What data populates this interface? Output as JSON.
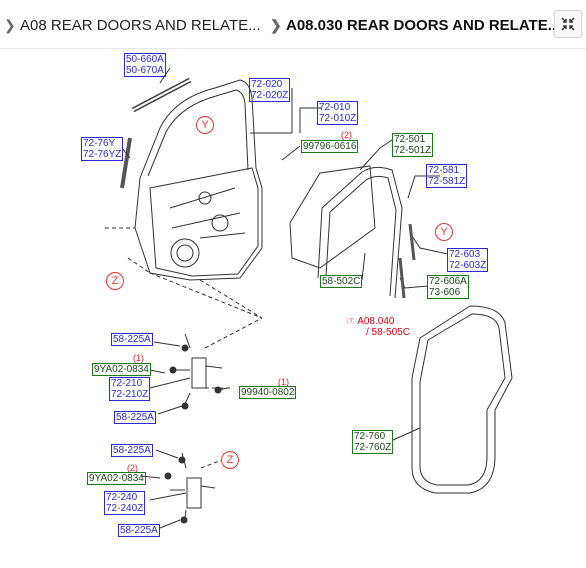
{
  "breadcrumb": [
    {
      "label": "A08 REAR DOORS AND RELATE..."
    },
    {
      "label": "A08.030 REAR DOORS AND RELATE..."
    }
  ],
  "icons": {
    "chevron": "chevron-right-icon",
    "collapse": "collapse-icon"
  },
  "colors": {
    "part_blue": "#2b2bd6",
    "part_green": "#1b7a1b",
    "note_red": "#d22222"
  },
  "callouts": {
    "c1": [
      "50-660A",
      "50-670A"
    ],
    "c2": [
      "72-020",
      "72-020Z"
    ],
    "c3": [
      "72-010",
      "72-010Z"
    ],
    "c4": [
      "72-76Y",
      "72-76YZ"
    ],
    "c5": [
      "99796-0616"
    ],
    "c6": [
      "72-501",
      "72-501Z"
    ],
    "c7": [
      "72-581",
      "72-581Z"
    ],
    "c8": [
      "72-603",
      "72-603Z"
    ],
    "c9": [
      "58-502C"
    ],
    "c10": [
      "72-606A",
      "73-606"
    ],
    "c11": [
      "58-225A"
    ],
    "c12": [
      "9YA02-0834"
    ],
    "c13": [
      "72-210",
      "72-210Z"
    ],
    "c14": [
      "99940-0802"
    ],
    "c15": [
      "58-225A"
    ],
    "c16": [
      "58-225A"
    ],
    "c17": [
      "9YA02-0834"
    ],
    "c18": [
      "72-240",
      "72-240Z"
    ],
    "c19": [
      "58-225A"
    ],
    "c20": [
      "72-760",
      "72-760Z"
    ]
  },
  "qty": {
    "q1": "(2)",
    "q2": "(1)",
    "q3": "(1)",
    "q4": "(2)"
  },
  "marks": {
    "y": "Y",
    "z": "Z"
  },
  "reference": {
    "line1": "A08.040",
    "line2": "/ 58-505C"
  }
}
